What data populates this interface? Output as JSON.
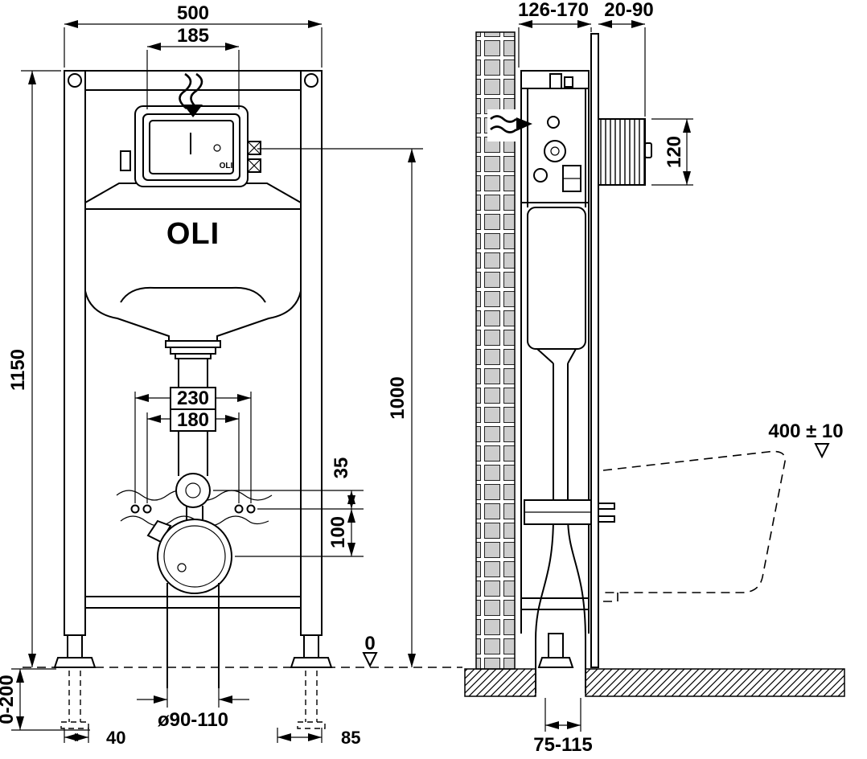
{
  "front_view": {
    "brand_logo": "OLI",
    "panel_logo": "OLI",
    "dims": {
      "frame_width": "500",
      "plate_cutout_width": "185",
      "frame_height": "1150",
      "fixing_width_outer": "230",
      "fixing_width_inner": "180",
      "inlet_offset": "35",
      "outlet_offset": "100",
      "plate_center_height": "1000",
      "leg_adjustment": "0-200",
      "left_foot_offset": "40",
      "right_foot_offset": "85",
      "drain_diameter": "ø90-110",
      "floor_level": "0"
    }
  },
  "side_view": {
    "dims": {
      "frame_depth": "126-170",
      "finished_wall_gap": "20-90",
      "plate_height": "120",
      "bowl_top_height": "400 ± 10",
      "outlet_distance": "75-115"
    }
  }
}
